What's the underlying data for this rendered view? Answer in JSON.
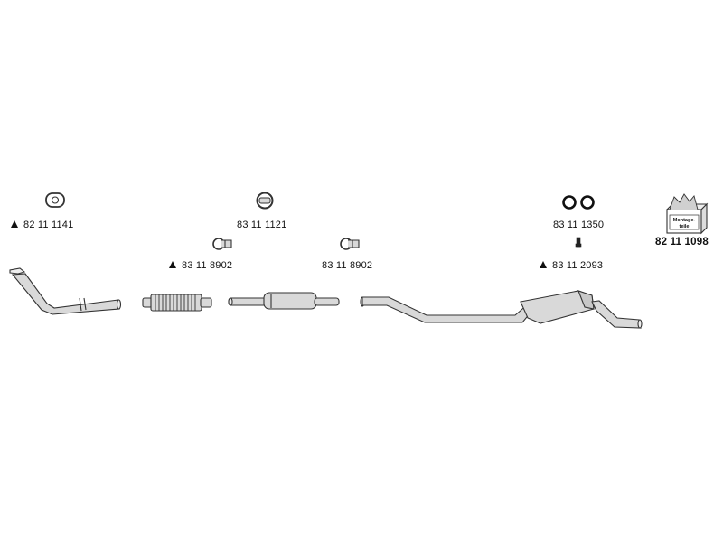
{
  "parts": {
    "gasket_front": "82 11 1141",
    "gasket_middle": "83 11 1121",
    "clamp_1": "83 11 8902",
    "clamp_2": "83 11 8902",
    "rubber_rings": "83 11 1350",
    "hanger": "83 11 2093",
    "mounting_kit": "82 11 1098"
  },
  "mounting_kit": {
    "box_text_line1": "Montage-",
    "box_text_line2": "teile"
  },
  "colors": {
    "line": "#333333",
    "fill": "#d9d9d9"
  }
}
